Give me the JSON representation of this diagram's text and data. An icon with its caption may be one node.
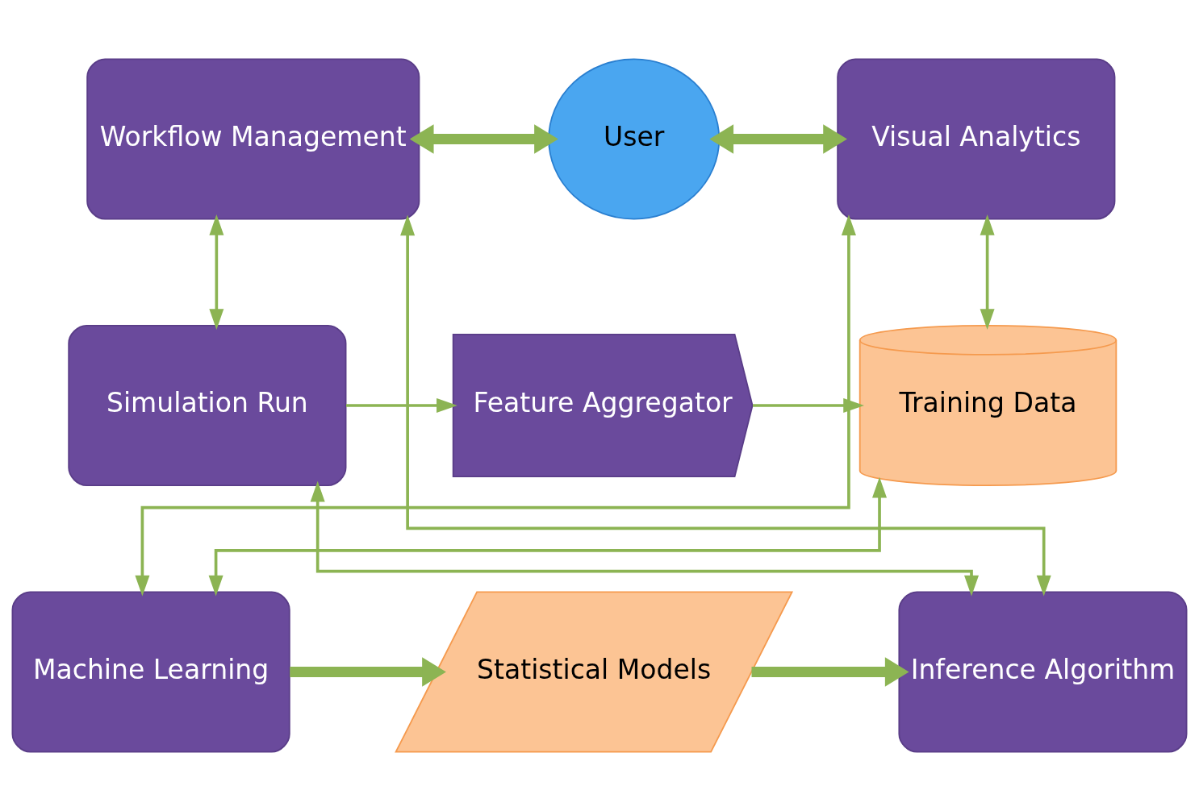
{
  "diagram": {
    "nodes": [
      {
        "text": [
          "Workflow Management"
        ]
      },
      {
        "text": [
          "User"
        ]
      },
      {
        "text": [
          "Visual Analytics"
        ]
      },
      {
        "text": [
          "Simulation Run"
        ]
      },
      {
        "text": [
          "Feature Aggregator"
        ]
      },
      {
        "text": [
          "Training Data"
        ]
      },
      {
        "text": [
          "Inference Algorithm"
        ]
      },
      {
        "text": [
          "Statistical Models"
        ]
      },
      {
        "text": [
          "Machine Learning"
        ]
      }
    ],
    "edges": [
      {
        "from": 0,
        "to": 1,
        "arrow": "both",
        "style": "thick"
      },
      {
        "from": 1,
        "to": 2,
        "arrow": "both",
        "style": "thick"
      },
      {
        "from": 0,
        "to": 3,
        "arrow": "both"
      },
      {
        "from": 2,
        "to": 5,
        "arrow": "both"
      },
      {
        "from": 3,
        "to": 4,
        "arrow": "to"
      },
      {
        "from": 4,
        "to": 5,
        "arrow": "to"
      },
      {
        "from": 3,
        "to": 6,
        "arrow": "both"
      },
      {
        "from": 5,
        "to": 8,
        "arrow": "both"
      },
      {
        "from": 8,
        "to": 7,
        "arrow": "to",
        "style": "thick"
      },
      {
        "from": 7,
        "to": 6,
        "arrow": "to",
        "style": "thick"
      },
      {
        "from": 0,
        "to": 6,
        "arrow": "both"
      },
      {
        "from": 2,
        "to": 8,
        "arrow": "both"
      }
    ]
  }
}
